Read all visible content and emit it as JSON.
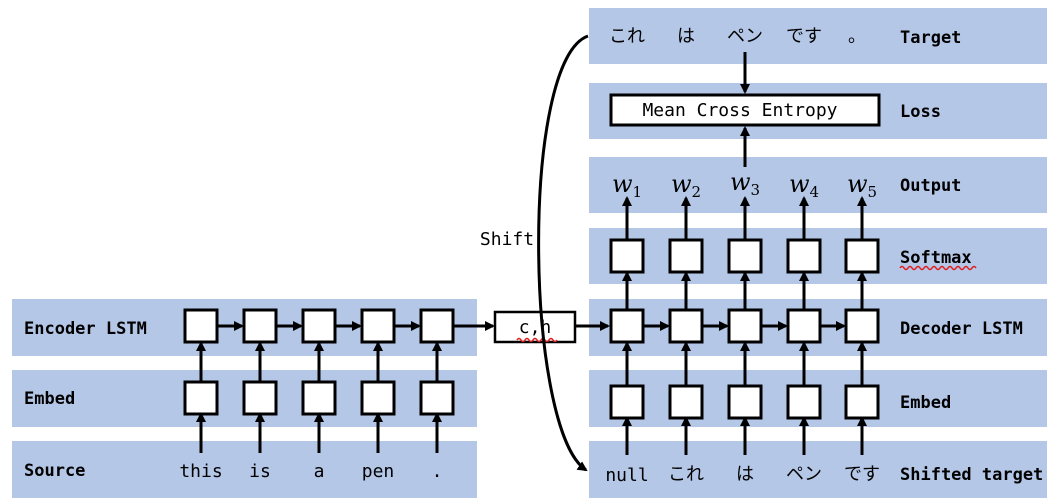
{
  "encoder": {
    "rows": {
      "lstm": "Encoder LSTM",
      "embed": "Embed",
      "source": "Source"
    },
    "source_tokens": [
      "this",
      "is",
      "a",
      "pen",
      "."
    ]
  },
  "bridge": {
    "state_label": "c,h",
    "shift_label": "Shift"
  },
  "decoder": {
    "rows": {
      "target": "Target",
      "loss": "Loss",
      "output": "Output",
      "softmax": "Softmax",
      "lstm": "Decoder LSTM",
      "embed": "Embed",
      "shifted_target": "Shifted target"
    },
    "loss_box": "Mean Cross Entropy",
    "target_tokens": [
      "これ",
      "は",
      "ペン",
      "です",
      "。"
    ],
    "shifted_tokens": [
      "null",
      "これ",
      "は",
      "ペン",
      "です"
    ],
    "outputs": [
      {
        "base": "w",
        "sub": "1"
      },
      {
        "base": "w",
        "sub": "2"
      },
      {
        "base": "w",
        "sub": "3"
      },
      {
        "base": "w",
        "sub": "4"
      },
      {
        "base": "w",
        "sub": "5"
      }
    ]
  },
  "colors": {
    "band": "#b4c7e7",
    "box_fill": "#ffffff",
    "stroke": "#000000",
    "spellcheck": "#e02020"
  }
}
